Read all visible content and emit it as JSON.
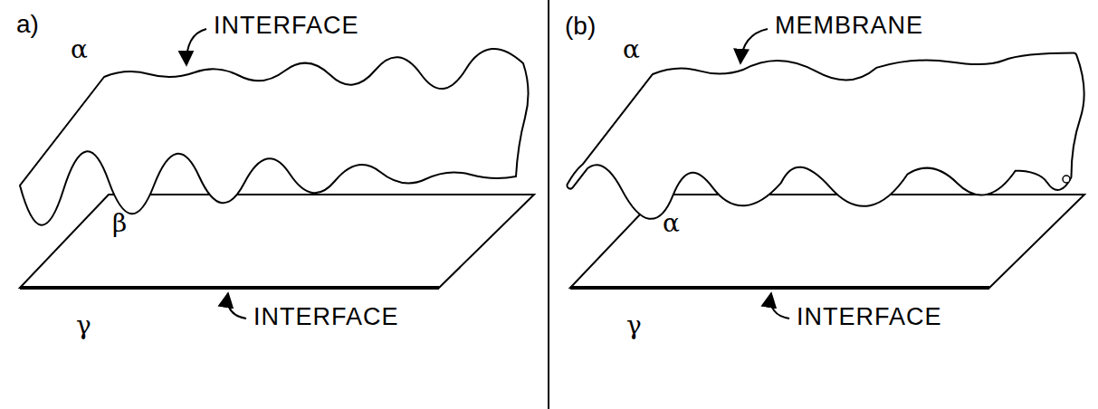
{
  "diagram": {
    "labels": [
      "a)",
      "α",
      "INTERFACE",
      "β",
      "γ",
      "INTERFACE",
      "(b)",
      "α",
      "MEMBRANE",
      "α",
      "γ",
      "INTERFACE"
    ]
  }
}
